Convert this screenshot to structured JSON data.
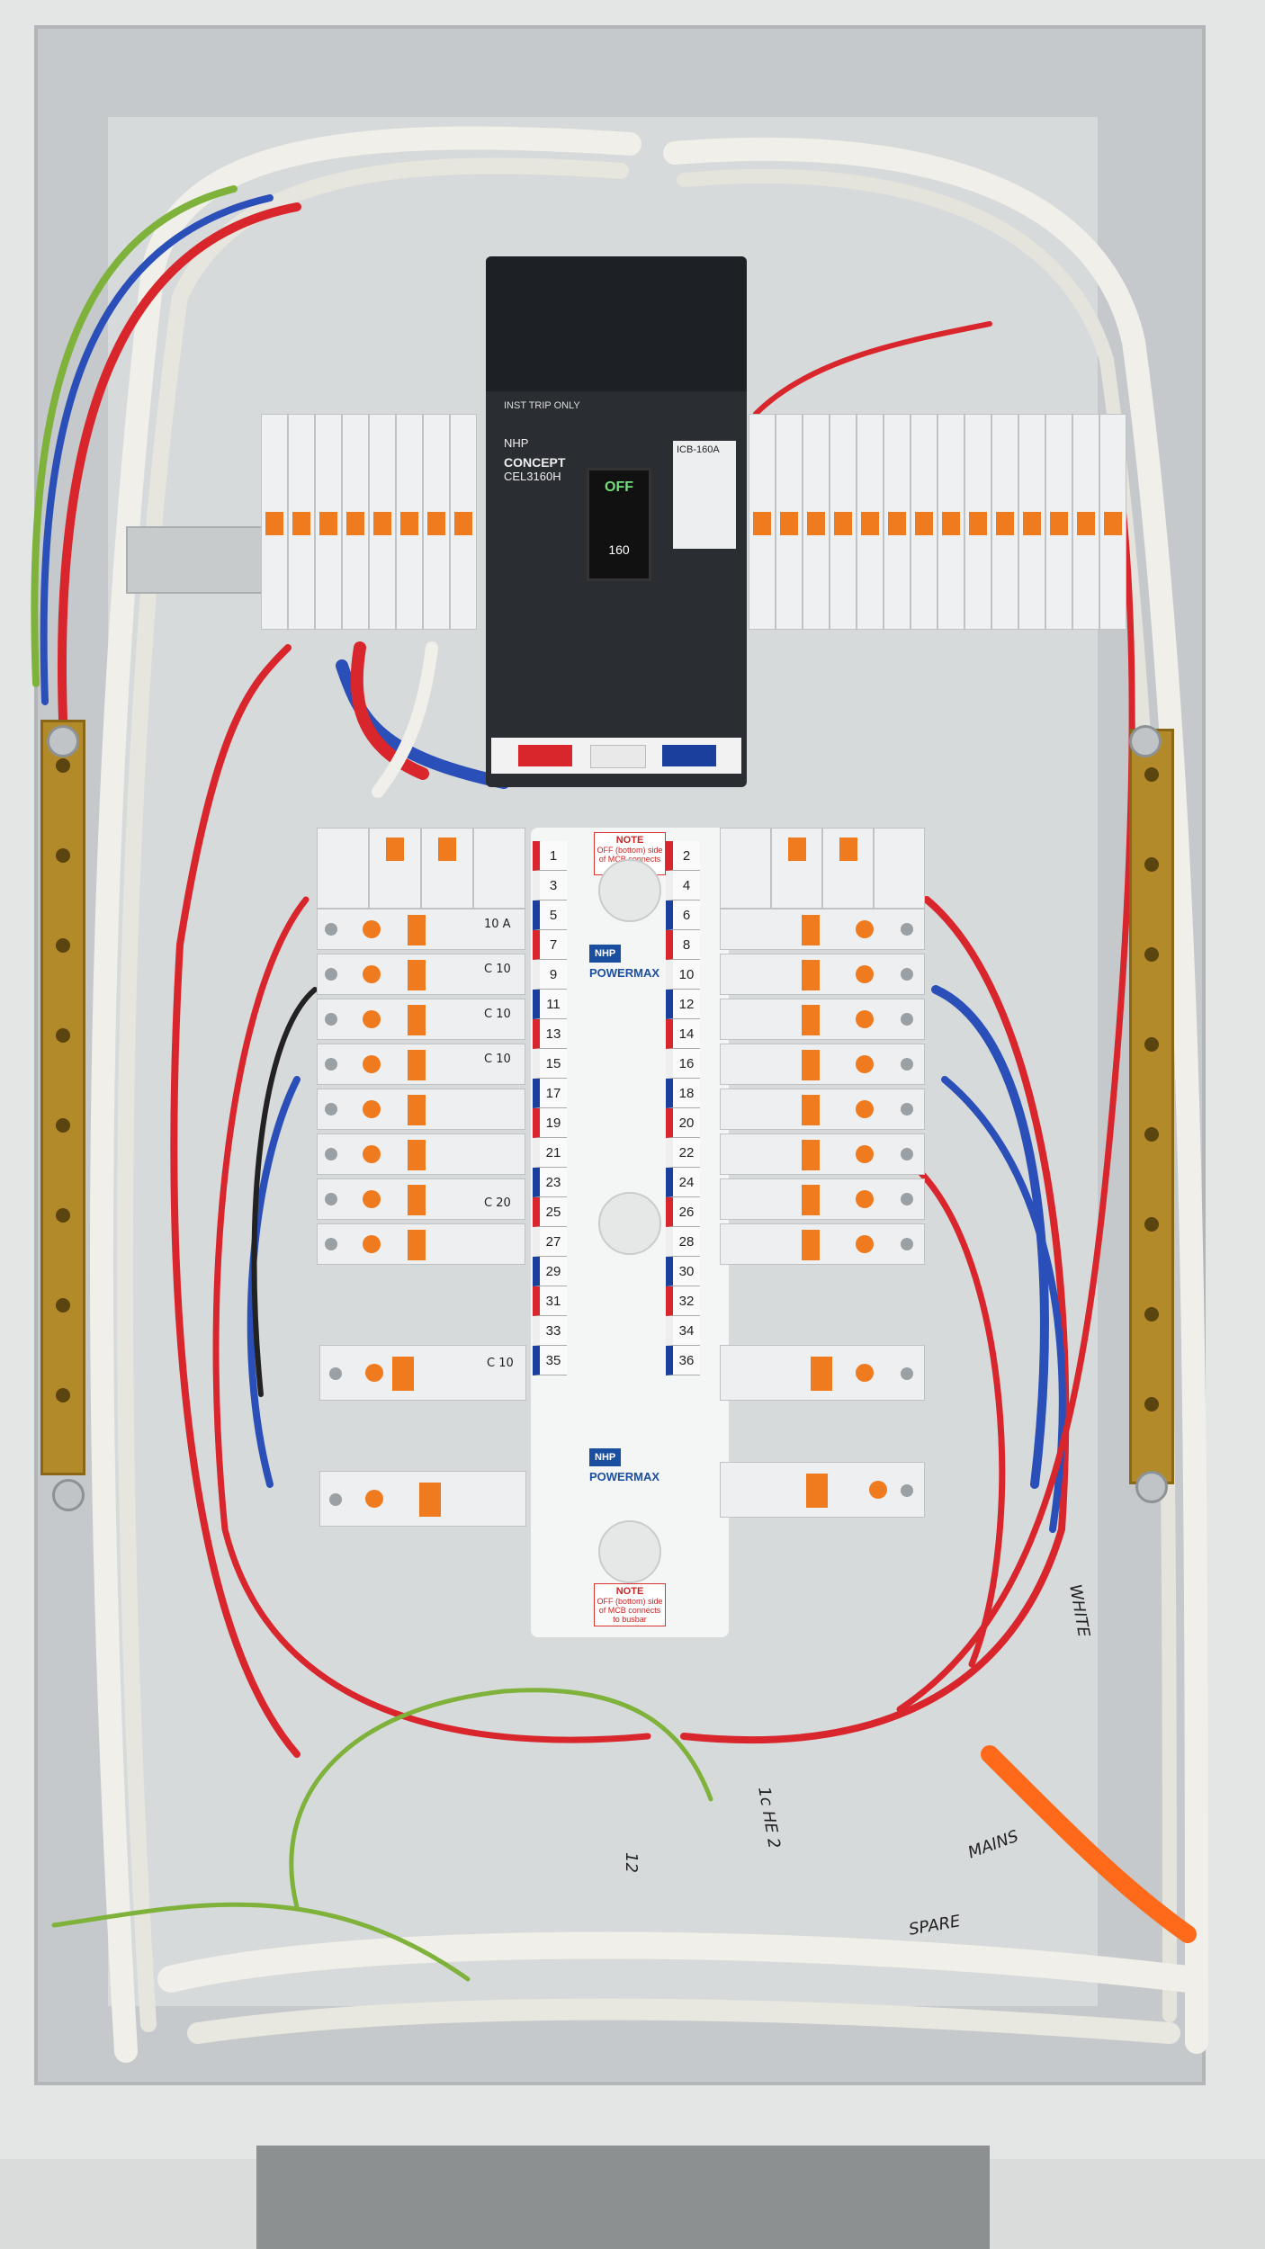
{
  "scene": {
    "subject": "",
    "colors": {
      "enclosure": "#e4e6e6",
      "wire_red": "#d8262c",
      "wire_white": "#f0efe9",
      "wire_blue": "#2a4fb8",
      "wire_green_yellow": "#7fb23a",
      "mcb_handle": "#f07a1e",
      "busbar": "#b38a2a"
    }
  },
  "main_switch": {
    "top_label": "INST TRIP ONLY",
    "brand": "NHP",
    "product": "CONCEPT",
    "model": "CEL3160H",
    "toggle_state": "OFF",
    "amperage": "160",
    "rating_title": "ICB-160A"
  },
  "chassis": {
    "brand": "NHP",
    "name": "POWERMAX",
    "note_title": "NOTE",
    "note_text": "OFF (bottom) side of MCB connects to busbar",
    "ways_left": [
      "1",
      "3",
      "5",
      "7",
      "9",
      "11",
      "13",
      "15",
      "17",
      "19",
      "21",
      "23",
      "25",
      "27",
      "29",
      "31",
      "33",
      "35"
    ],
    "ways_right": [
      "2",
      "4",
      "6",
      "8",
      "10",
      "12",
      "14",
      "16",
      "18",
      "20",
      "22",
      "24",
      "26",
      "28",
      "30",
      "32",
      "34",
      "36"
    ]
  },
  "handwritten": {
    "mcb_labels": [
      "10 A",
      "C 10",
      "C 10",
      "C 10",
      "C 20",
      "C 10"
    ],
    "cable_labels": [
      "WHITE",
      "MAINS",
      "SPARE",
      "12",
      "1c HE 2"
    ]
  }
}
